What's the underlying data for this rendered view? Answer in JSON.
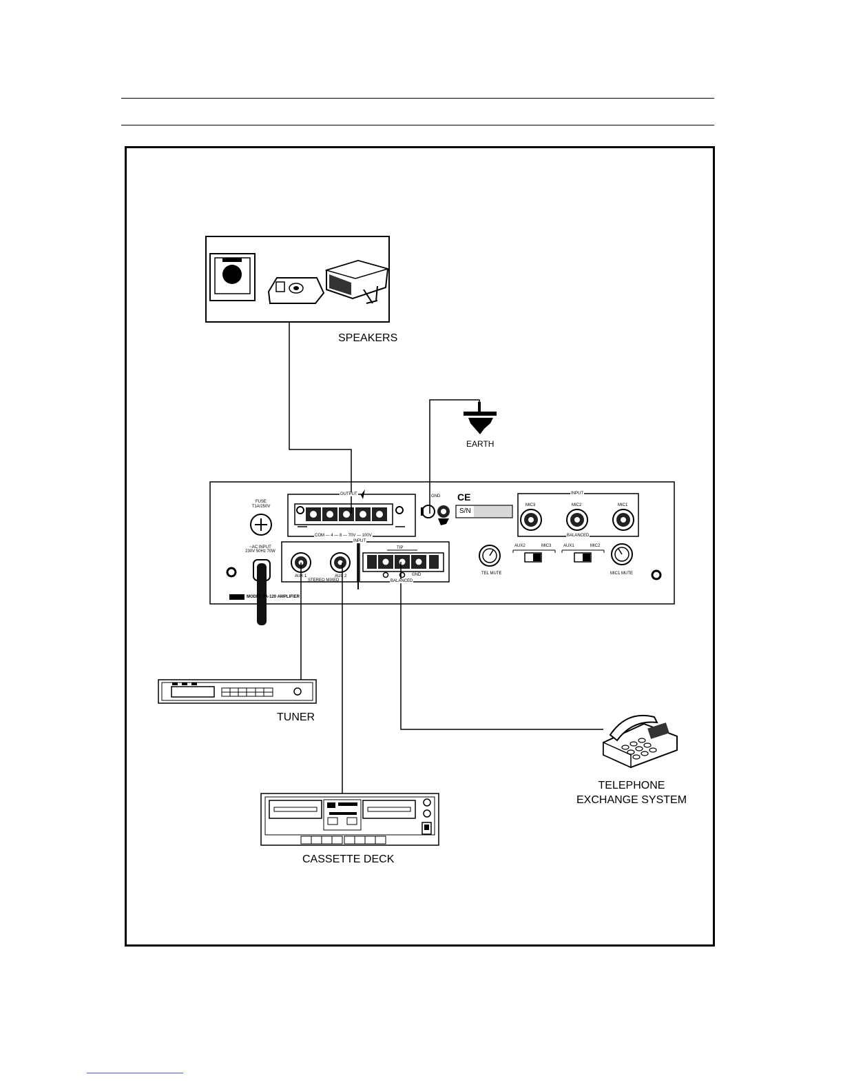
{
  "labels": {
    "speakers": "SPEAKERS",
    "earth": "EARTH",
    "tuner": "TUNER",
    "telephone_line1": "TELEPHONE",
    "telephone_line2": "EXCHANGE SYSTEM",
    "cassette": "CASSETTE DECK"
  },
  "amplifier": {
    "output": "OUTPUT",
    "fuse_line1": "FUSE",
    "fuse_line2": "T1A/250V",
    "gnd": "GND",
    "ce": "CE",
    "sn": "S/N",
    "input_top": "INPUT",
    "mic3": "MIC3",
    "mic2": "MIC2",
    "mic1": "MIC1",
    "balanced_mic": "BALANCED",
    "output_scale": "COM  —  4  —  8  —  70V  —  100V",
    "input_bottom": "INPUT",
    "ac_input_line1": "~AC INPUT",
    "ac_input_line2": "230V 50Hz 70W",
    "aux1": "AUX 1",
    "aux2": "AUX 2",
    "stereo_mixed": "STEREO MIXED",
    "tip": "TIP",
    "gnd2": "GND",
    "balanced_tel": "BALANCED",
    "tel_mute": "TEL MUTE",
    "sw_aux2": "AUX2",
    "sw_mic3": "MIC3",
    "sw_aux1": "AUX1",
    "sw_mic2": "MIC2",
    "mic_mute": "MIC1 MUTE",
    "model": "MODEL PA-120 AMPLIFIER"
  }
}
